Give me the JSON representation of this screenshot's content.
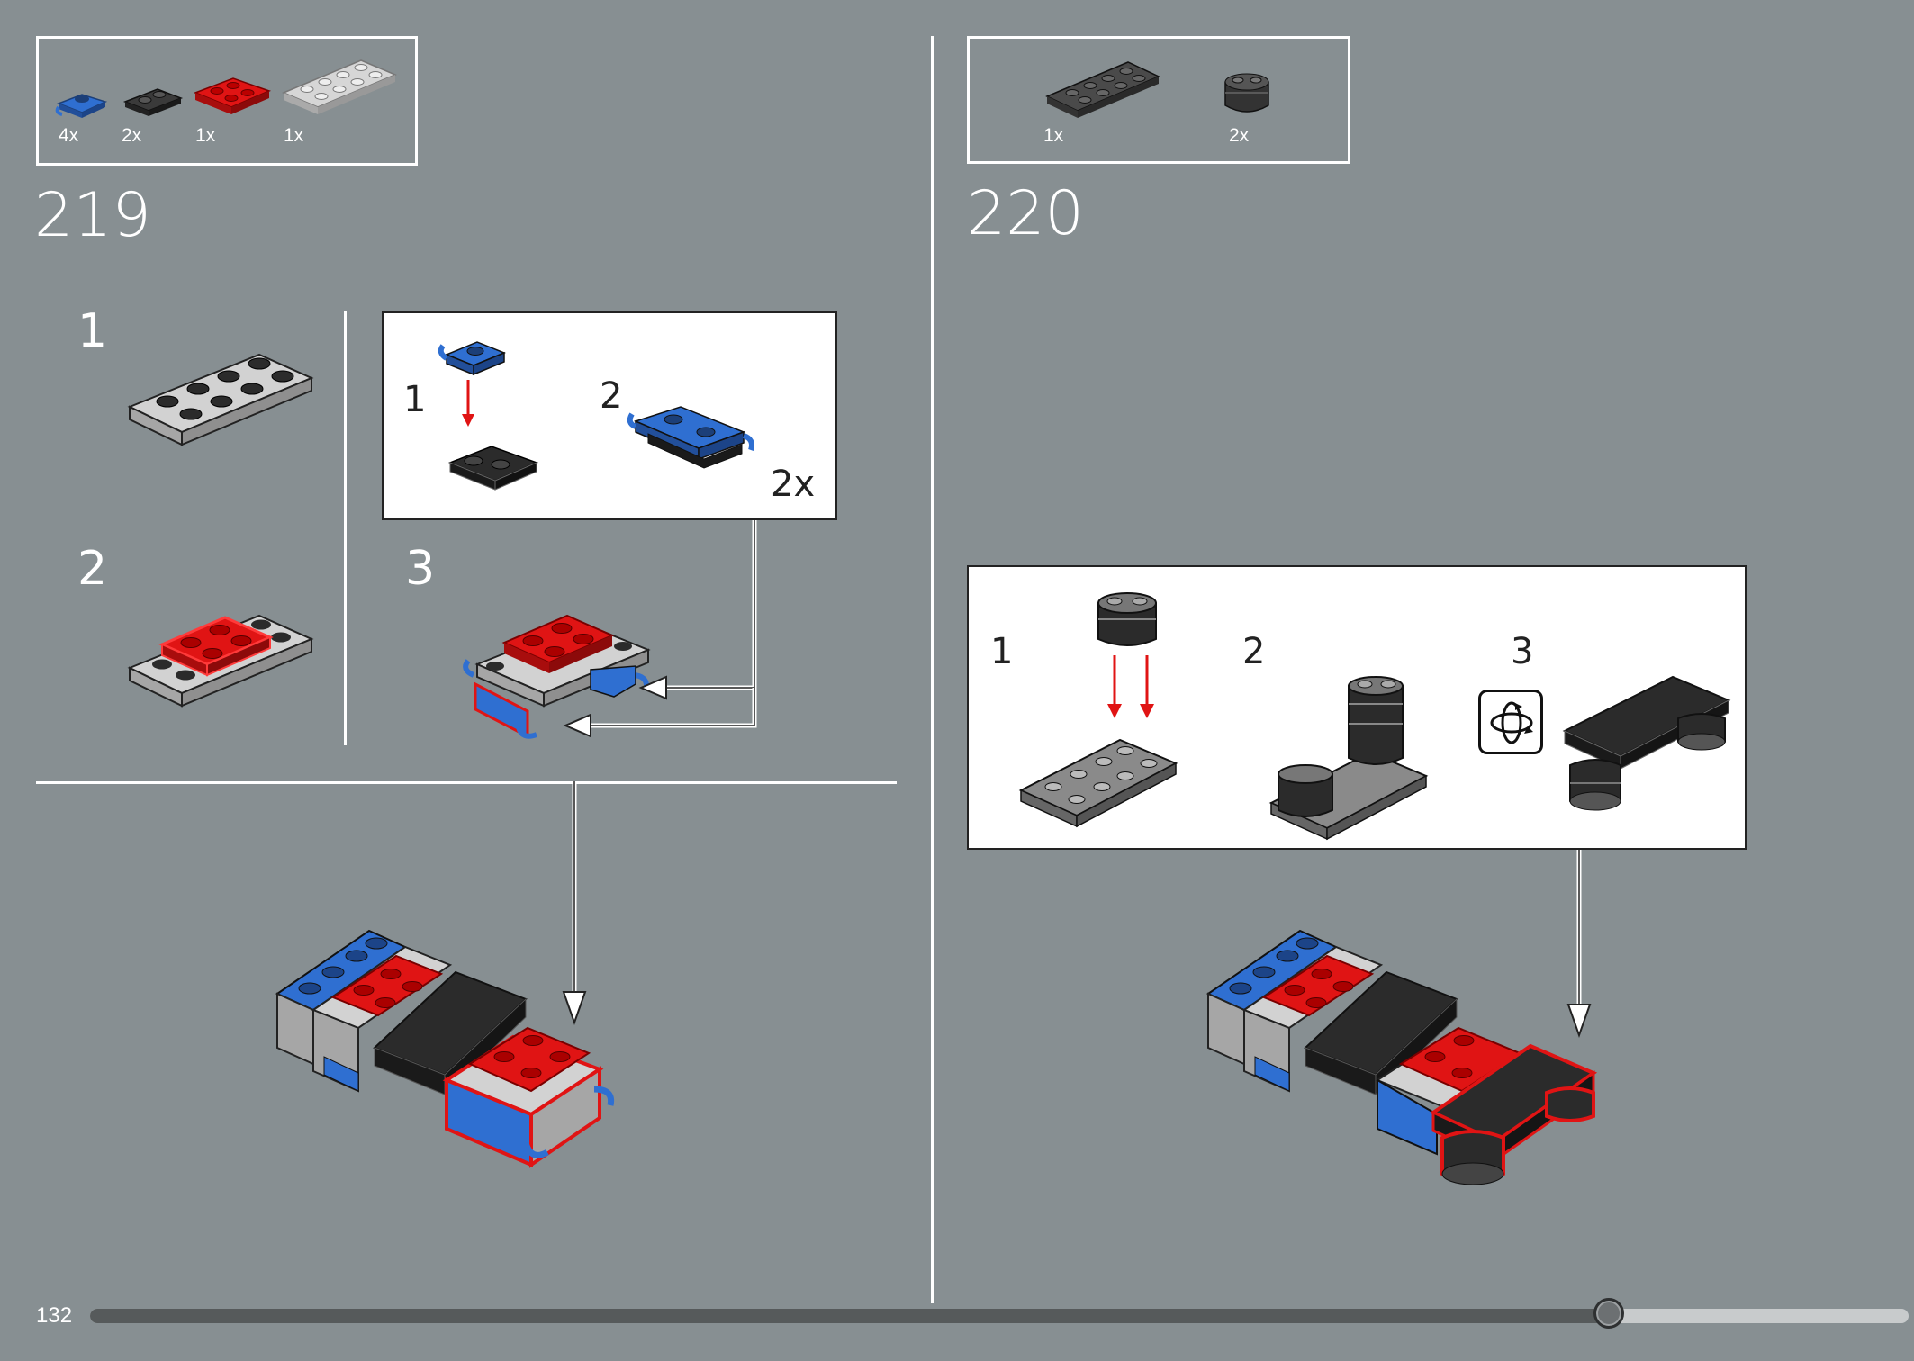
{
  "page_number": "132",
  "progress_fraction": 0.835,
  "colors": {
    "background": "#878f92",
    "blue": "#2f6fd1",
    "red": "#e01414",
    "black": "#2b2b2b",
    "light_gray": "#c9c9c9",
    "white": "#ffffff",
    "highlight_outline": "#e01414"
  },
  "step_219": {
    "number": "219",
    "parts": [
      {
        "icon": "blue-clip-plate-icon",
        "qty": "4x"
      },
      {
        "icon": "black-plate-1x2-icon",
        "qty": "2x"
      },
      {
        "icon": "red-plate-2x2-icon",
        "qty": "1x"
      },
      {
        "icon": "gray-plate-2x4-icon",
        "qty": "1x"
      }
    ],
    "substeps": [
      "1",
      "2",
      "3"
    ],
    "callout_steps": [
      "1",
      "2"
    ],
    "callout_multiplier": "2x"
  },
  "step_220": {
    "number": "220",
    "parts": [
      {
        "icon": "gray-plate-2x4-icon",
        "qty": "1x"
      },
      {
        "icon": "dark-round-brick-icon",
        "qty": "2x"
      }
    ],
    "callout_steps": [
      "1",
      "2",
      "3"
    ],
    "rotate_icon": "rotate-model-icon"
  }
}
